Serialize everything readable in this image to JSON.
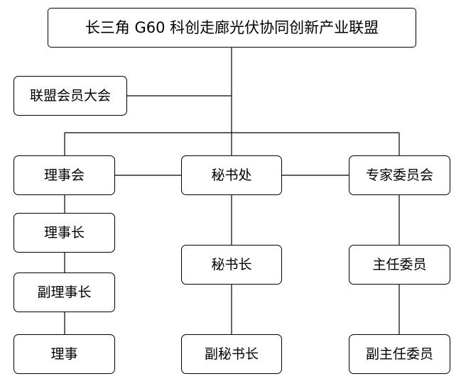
{
  "title": "长三角 G60 科创走廊光伏协同创新产业联盟",
  "nodes": {
    "general_assembly": "联盟会员大会",
    "council": "理事会",
    "secretariat": "秘书处",
    "expert_committee": "专家委员会",
    "chairman": "理事长",
    "vice_chairman": "副理事长",
    "director": "理事",
    "secretary_general": "秘书长",
    "deputy_secretary_general": "副秘书长",
    "committee_director": "主任委员",
    "deputy_committee_director": "副主任委员"
  },
  "colors": {
    "line": "#000000",
    "box_border": "#000000",
    "background": "#ffffff"
  }
}
